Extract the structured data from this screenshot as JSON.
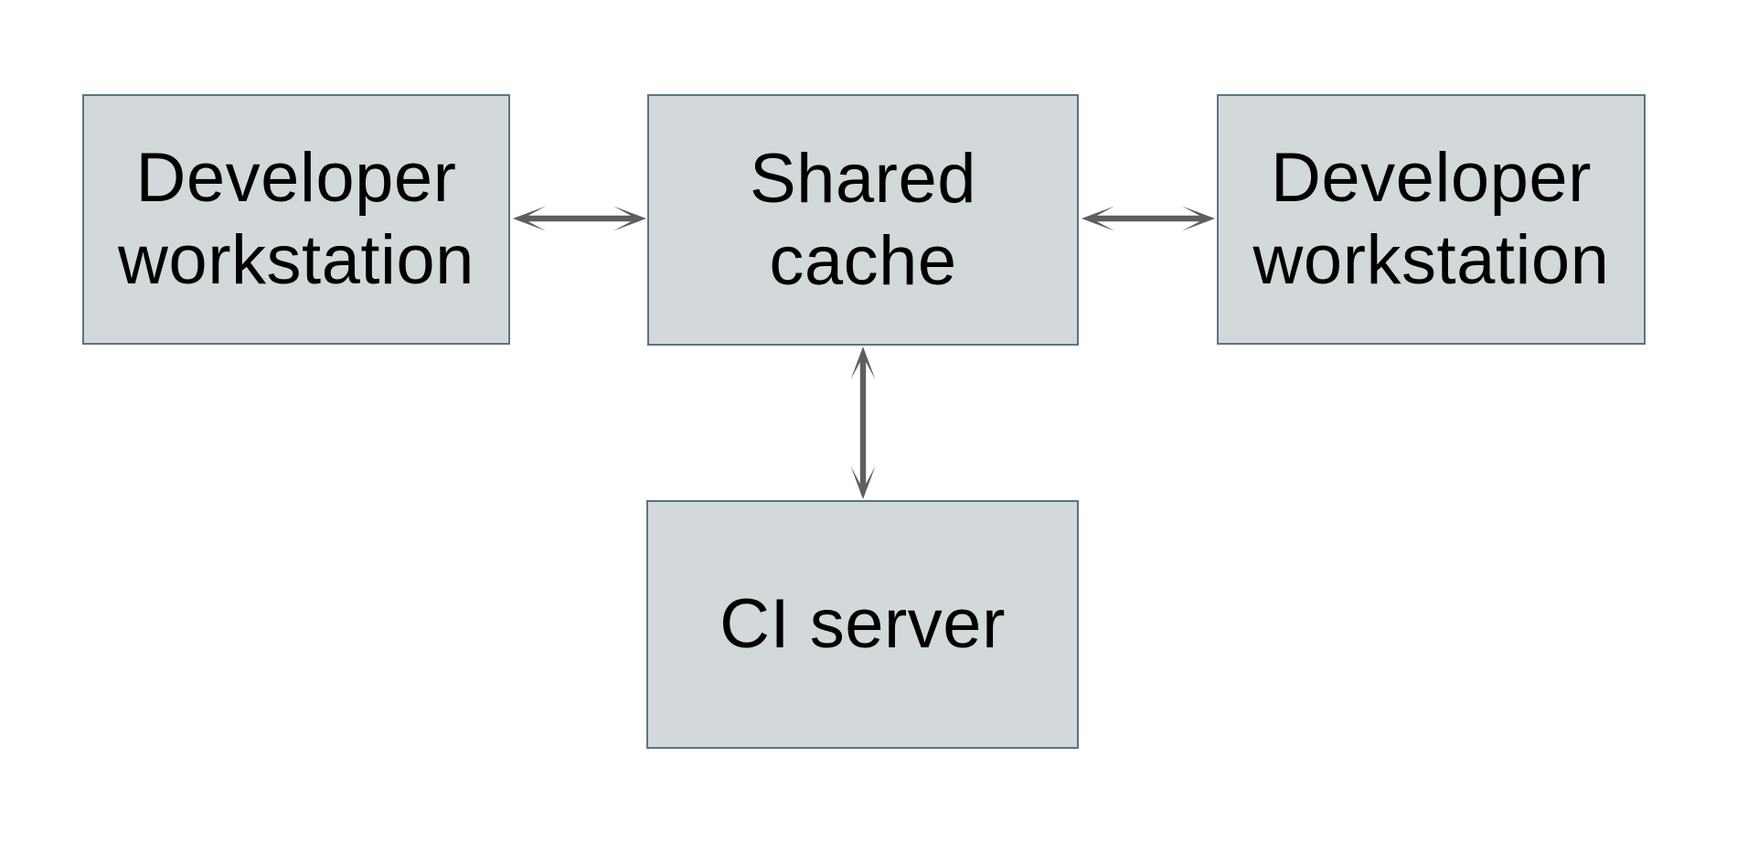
{
  "diagram": {
    "title": "Shared cache architecture diagram",
    "type": "architecture-diagram"
  },
  "style": {
    "canvas_bg": "#ffffff",
    "box_fill": "#d3d9db",
    "box_border": "#5a7584",
    "arrow_color": "#5e5e5e",
    "text_color": "#000000"
  },
  "nodes": {
    "left_workstation": {
      "id": "developer-workstation-left",
      "lines": [
        "Developer",
        "workstation"
      ]
    },
    "shared_cache": {
      "id": "shared-cache",
      "lines": [
        "Shared",
        "cache"
      ]
    },
    "right_workstation": {
      "id": "developer-workstation-right",
      "lines": [
        "Developer",
        "workstation"
      ]
    },
    "ci_server": {
      "id": "ci-server",
      "lines": [
        "CI server"
      ]
    }
  },
  "connections": [
    {
      "from": "developer-workstation-left",
      "to": "shared-cache",
      "type": "bidirectional-arrow",
      "orientation": "horizontal"
    },
    {
      "from": "developer-workstation-right",
      "to": "shared-cache",
      "type": "bidirectional-arrow",
      "orientation": "horizontal"
    },
    {
      "from": "ci-server",
      "to": "shared-cache",
      "type": "bidirectional-arrow",
      "orientation": "vertical"
    }
  ]
}
